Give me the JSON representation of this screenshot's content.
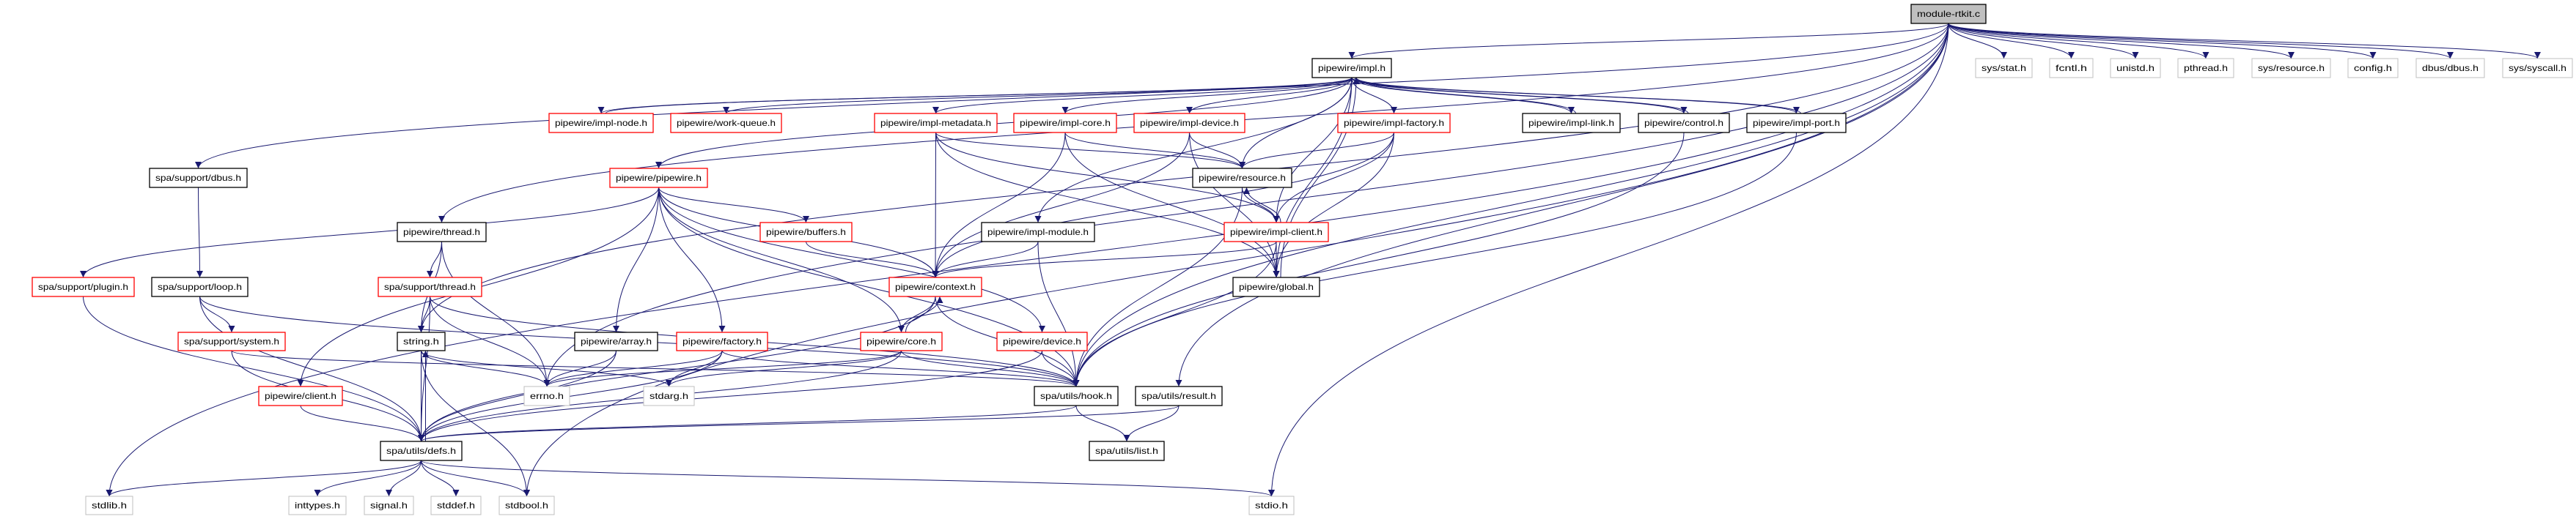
{
  "colors": {
    "edge": "#191970",
    "documented": "#000000",
    "incomplete": "#ff0000",
    "external": "#bfbfbf",
    "root_fill": "#bfbfbf"
  },
  "nodes": [
    {
      "id": "root",
      "label": "module-rtkit.c",
      "kind": "root"
    },
    {
      "id": "impl",
      "label": "pipewire/impl.h",
      "kind": "documented"
    },
    {
      "id": "impl_node",
      "label": "pipewire/impl-node.h",
      "kind": "incomplete"
    },
    {
      "id": "work_queue",
      "label": "pipewire/work-queue.h",
      "kind": "incomplete"
    },
    {
      "id": "impl_metadata",
      "label": "pipewire/impl-metadata.h",
      "kind": "incomplete"
    },
    {
      "id": "impl_core",
      "label": "pipewire/impl-core.h",
      "kind": "incomplete"
    },
    {
      "id": "impl_device",
      "label": "pipewire/impl-device.h",
      "kind": "incomplete"
    },
    {
      "id": "impl_factory",
      "label": "pipewire/impl-factory.h",
      "kind": "incomplete"
    },
    {
      "id": "impl_link",
      "label": "pipewire/impl-link.h",
      "kind": "documented"
    },
    {
      "id": "control",
      "label": "pipewire/control.h",
      "kind": "documented"
    },
    {
      "id": "impl_port",
      "label": "pipewire/impl-port.h",
      "kind": "documented"
    },
    {
      "id": "sup_dbus",
      "label": "spa/support/dbus.h",
      "kind": "documented"
    },
    {
      "id": "pipewire",
      "label": "pipewire/pipewire.h",
      "kind": "incomplete"
    },
    {
      "id": "resource",
      "label": "pipewire/resource.h",
      "kind": "documented"
    },
    {
      "id": "pw_thread",
      "label": "pipewire/thread.h",
      "kind": "documented"
    },
    {
      "id": "buffers",
      "label": "pipewire/buffers.h",
      "kind": "incomplete"
    },
    {
      "id": "impl_module",
      "label": "pipewire/impl-module.h",
      "kind": "documented"
    },
    {
      "id": "impl_client",
      "label": "pipewire/impl-client.h",
      "kind": "incomplete"
    },
    {
      "id": "plugin",
      "label": "spa/support/plugin.h",
      "kind": "incomplete"
    },
    {
      "id": "loop",
      "label": "spa/support/loop.h",
      "kind": "documented"
    },
    {
      "id": "sup_thread",
      "label": "spa/support/thread.h",
      "kind": "incomplete"
    },
    {
      "id": "context",
      "label": "pipewire/context.h",
      "kind": "incomplete"
    },
    {
      "id": "global",
      "label": "pipewire/global.h",
      "kind": "documented"
    },
    {
      "id": "system",
      "label": "spa/support/system.h",
      "kind": "incomplete"
    },
    {
      "id": "string",
      "label": "string.h",
      "kind": "documented"
    },
    {
      "id": "array",
      "label": "pipewire/array.h",
      "kind": "documented"
    },
    {
      "id": "factory",
      "label": "pipewire/factory.h",
      "kind": "incomplete"
    },
    {
      "id": "core",
      "label": "pipewire/core.h",
      "kind": "incomplete"
    },
    {
      "id": "device",
      "label": "pipewire/device.h",
      "kind": "incomplete"
    },
    {
      "id": "client",
      "label": "pipewire/client.h",
      "kind": "incomplete"
    },
    {
      "id": "errno",
      "label": "errno.h",
      "kind": "external"
    },
    {
      "id": "stdarg",
      "label": "stdarg.h",
      "kind": "external"
    },
    {
      "id": "hook",
      "label": "spa/utils/hook.h",
      "kind": "documented"
    },
    {
      "id": "result",
      "label": "spa/utils/result.h",
      "kind": "documented"
    },
    {
      "id": "defs",
      "label": "spa/utils/defs.h",
      "kind": "documented"
    },
    {
      "id": "list",
      "label": "spa/utils/list.h",
      "kind": "documented"
    },
    {
      "id": "stdlib",
      "label": "stdlib.h",
      "kind": "external"
    },
    {
      "id": "inttypes",
      "label": "inttypes.h",
      "kind": "external"
    },
    {
      "id": "signal",
      "label": "signal.h",
      "kind": "external"
    },
    {
      "id": "stddef",
      "label": "stddef.h",
      "kind": "external"
    },
    {
      "id": "stdbool",
      "label": "stdbool.h",
      "kind": "external"
    },
    {
      "id": "stdio",
      "label": "stdio.h",
      "kind": "external"
    },
    {
      "id": "sys_stat",
      "label": "sys/stat.h",
      "kind": "external"
    },
    {
      "id": "fcntl",
      "label": "fcntl.h",
      "kind": "external"
    },
    {
      "id": "unistd",
      "label": "unistd.h",
      "kind": "external"
    },
    {
      "id": "pthread",
      "label": "pthread.h",
      "kind": "external"
    },
    {
      "id": "sys_resource",
      "label": "sys/resource.h",
      "kind": "external"
    },
    {
      "id": "config",
      "label": "config.h",
      "kind": "external"
    },
    {
      "id": "dbus_dbus",
      "label": "dbus/dbus.h",
      "kind": "external"
    },
    {
      "id": "sys_syscall",
      "label": "sys/syscall.h",
      "kind": "external"
    }
  ],
  "edges": [
    [
      "root",
      "impl"
    ],
    [
      "root",
      "stdlib"
    ],
    [
      "root",
      "sup_dbus"
    ],
    [
      "root",
      "pw_thread"
    ],
    [
      "root",
      "string"
    ],
    [
      "root",
      "errno"
    ],
    [
      "root",
      "stdbool"
    ],
    [
      "root",
      "stdio"
    ],
    [
      "root",
      "hook"
    ],
    [
      "root",
      "result"
    ],
    [
      "root",
      "sys_stat"
    ],
    [
      "root",
      "fcntl"
    ],
    [
      "root",
      "unistd"
    ],
    [
      "root",
      "pthread"
    ],
    [
      "root",
      "sys_resource"
    ],
    [
      "root",
      "config"
    ],
    [
      "root",
      "dbus_dbus"
    ],
    [
      "root",
      "sys_syscall"
    ],
    [
      "impl",
      "impl_node"
    ],
    [
      "impl",
      "work_queue"
    ],
    [
      "impl",
      "pipewire"
    ],
    [
      "impl",
      "impl_metadata"
    ],
    [
      "impl",
      "impl_core"
    ],
    [
      "impl",
      "impl_device"
    ],
    [
      "impl",
      "impl_factory"
    ],
    [
      "impl",
      "impl_link"
    ],
    [
      "impl",
      "control"
    ],
    [
      "impl",
      "impl_port"
    ],
    [
      "impl",
      "resource"
    ],
    [
      "impl",
      "impl_module"
    ],
    [
      "impl",
      "impl_client"
    ],
    [
      "impl",
      "global"
    ],
    [
      "impl_node",
      "impl"
    ],
    [
      "impl_link",
      "impl"
    ],
    [
      "control",
      "impl"
    ],
    [
      "impl_port",
      "impl"
    ],
    [
      "global",
      "impl"
    ],
    [
      "pipewire",
      "plugin"
    ],
    [
      "pipewire",
      "client"
    ],
    [
      "pipewire",
      "array"
    ],
    [
      "pipewire",
      "factory"
    ],
    [
      "pipewire",
      "buffers"
    ],
    [
      "pipewire",
      "context"
    ],
    [
      "pipewire",
      "core"
    ],
    [
      "pipewire",
      "device"
    ],
    [
      "pipewire",
      "hook"
    ],
    [
      "pw_thread",
      "sup_thread"
    ],
    [
      "pw_thread",
      "string"
    ],
    [
      "pw_thread",
      "errno"
    ],
    [
      "sup_thread",
      "string"
    ],
    [
      "sup_thread",
      "errno"
    ],
    [
      "sup_thread",
      "defs"
    ],
    [
      "sup_thread",
      "hook"
    ],
    [
      "sup_dbus",
      "loop"
    ],
    [
      "loop",
      "system"
    ],
    [
      "loop",
      "defs"
    ],
    [
      "loop",
      "hook"
    ],
    [
      "plugin",
      "defs"
    ],
    [
      "system",
      "defs"
    ],
    [
      "system",
      "hook"
    ],
    [
      "string",
      "errno"
    ],
    [
      "string",
      "stdarg"
    ],
    [
      "string",
      "defs"
    ],
    [
      "string",
      "stdbool"
    ],
    [
      "defs",
      "string"
    ],
    [
      "defs",
      "stdlib"
    ],
    [
      "defs",
      "inttypes"
    ],
    [
      "defs",
      "signal"
    ],
    [
      "defs",
      "stddef"
    ],
    [
      "defs",
      "stdbool"
    ],
    [
      "defs",
      "stdio"
    ],
    [
      "client",
      "defs"
    ],
    [
      "array",
      "errno"
    ],
    [
      "array",
      "defs"
    ],
    [
      "factory",
      "errno"
    ],
    [
      "factory",
      "stdarg"
    ],
    [
      "factory",
      "defs"
    ],
    [
      "factory",
      "hook"
    ],
    [
      "core",
      "context"
    ],
    [
      "core",
      "errno"
    ],
    [
      "core",
      "stdarg"
    ],
    [
      "core",
      "hook"
    ],
    [
      "core",
      "defs"
    ],
    [
      "context",
      "core"
    ],
    [
      "context",
      "hook"
    ],
    [
      "context",
      "defs"
    ],
    [
      "device",
      "hook"
    ],
    [
      "device",
      "defs"
    ],
    [
      "buffers",
      "context"
    ],
    [
      "impl_metadata",
      "context"
    ],
    [
      "impl_metadata",
      "resource"
    ],
    [
      "impl_metadata",
      "impl_client"
    ],
    [
      "impl_metadata",
      "global"
    ],
    [
      "impl_core",
      "context"
    ],
    [
      "impl_core",
      "resource"
    ],
    [
      "impl_core",
      "global"
    ],
    [
      "impl_device",
      "context"
    ],
    [
      "impl_device",
      "resource"
    ],
    [
      "impl_device",
      "global"
    ],
    [
      "impl_factory",
      "resource"
    ],
    [
      "impl_factory",
      "impl_client"
    ],
    [
      "impl_factory",
      "global"
    ],
    [
      "impl_factory",
      "context"
    ],
    [
      "resource",
      "impl_client"
    ],
    [
      "resource",
      "hook"
    ],
    [
      "impl_client",
      "resource"
    ],
    [
      "impl_client",
      "global"
    ],
    [
      "impl_client",
      "context"
    ],
    [
      "impl_client",
      "hook"
    ],
    [
      "impl_module",
      "context"
    ],
    [
      "impl_module",
      "hook"
    ],
    [
      "control",
      "hook"
    ],
    [
      "impl_port",
      "hook"
    ],
    [
      "hook",
      "list"
    ],
    [
      "hook",
      "defs"
    ],
    [
      "result",
      "list"
    ],
    [
      "result",
      "defs"
    ]
  ]
}
